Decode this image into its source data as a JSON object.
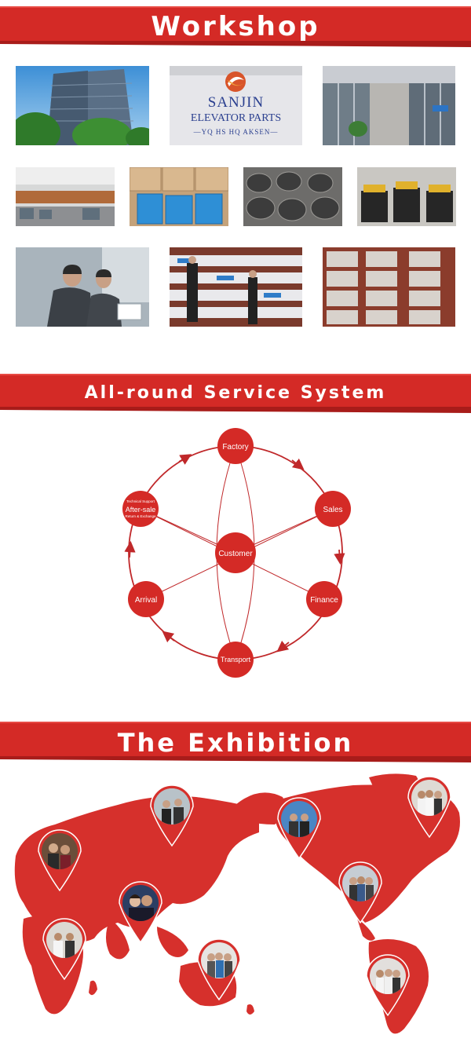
{
  "workshop": {
    "title": "Workshop",
    "logo": {
      "brand": "SANJIN",
      "line2": "ELEVATOR PARTS",
      "line3": "—YQ HS HQ AKSEN—"
    }
  },
  "service": {
    "title": "All-round Service System",
    "center": "Customer",
    "nodes": {
      "factory": "Factory",
      "sales": "Sales",
      "finance": "Finance",
      "transport": "Transport",
      "arrival": "Arrival",
      "aftersale": "After-sale",
      "aftersale_top": "Technical Support",
      "aftersale_bottom": "Return & Exchange"
    }
  },
  "exhibition": {
    "title": "The Exhibition"
  },
  "colors": {
    "brand_red": "#d42a26",
    "dark_red": "#a81c1a",
    "map_red": "#d6302c"
  }
}
